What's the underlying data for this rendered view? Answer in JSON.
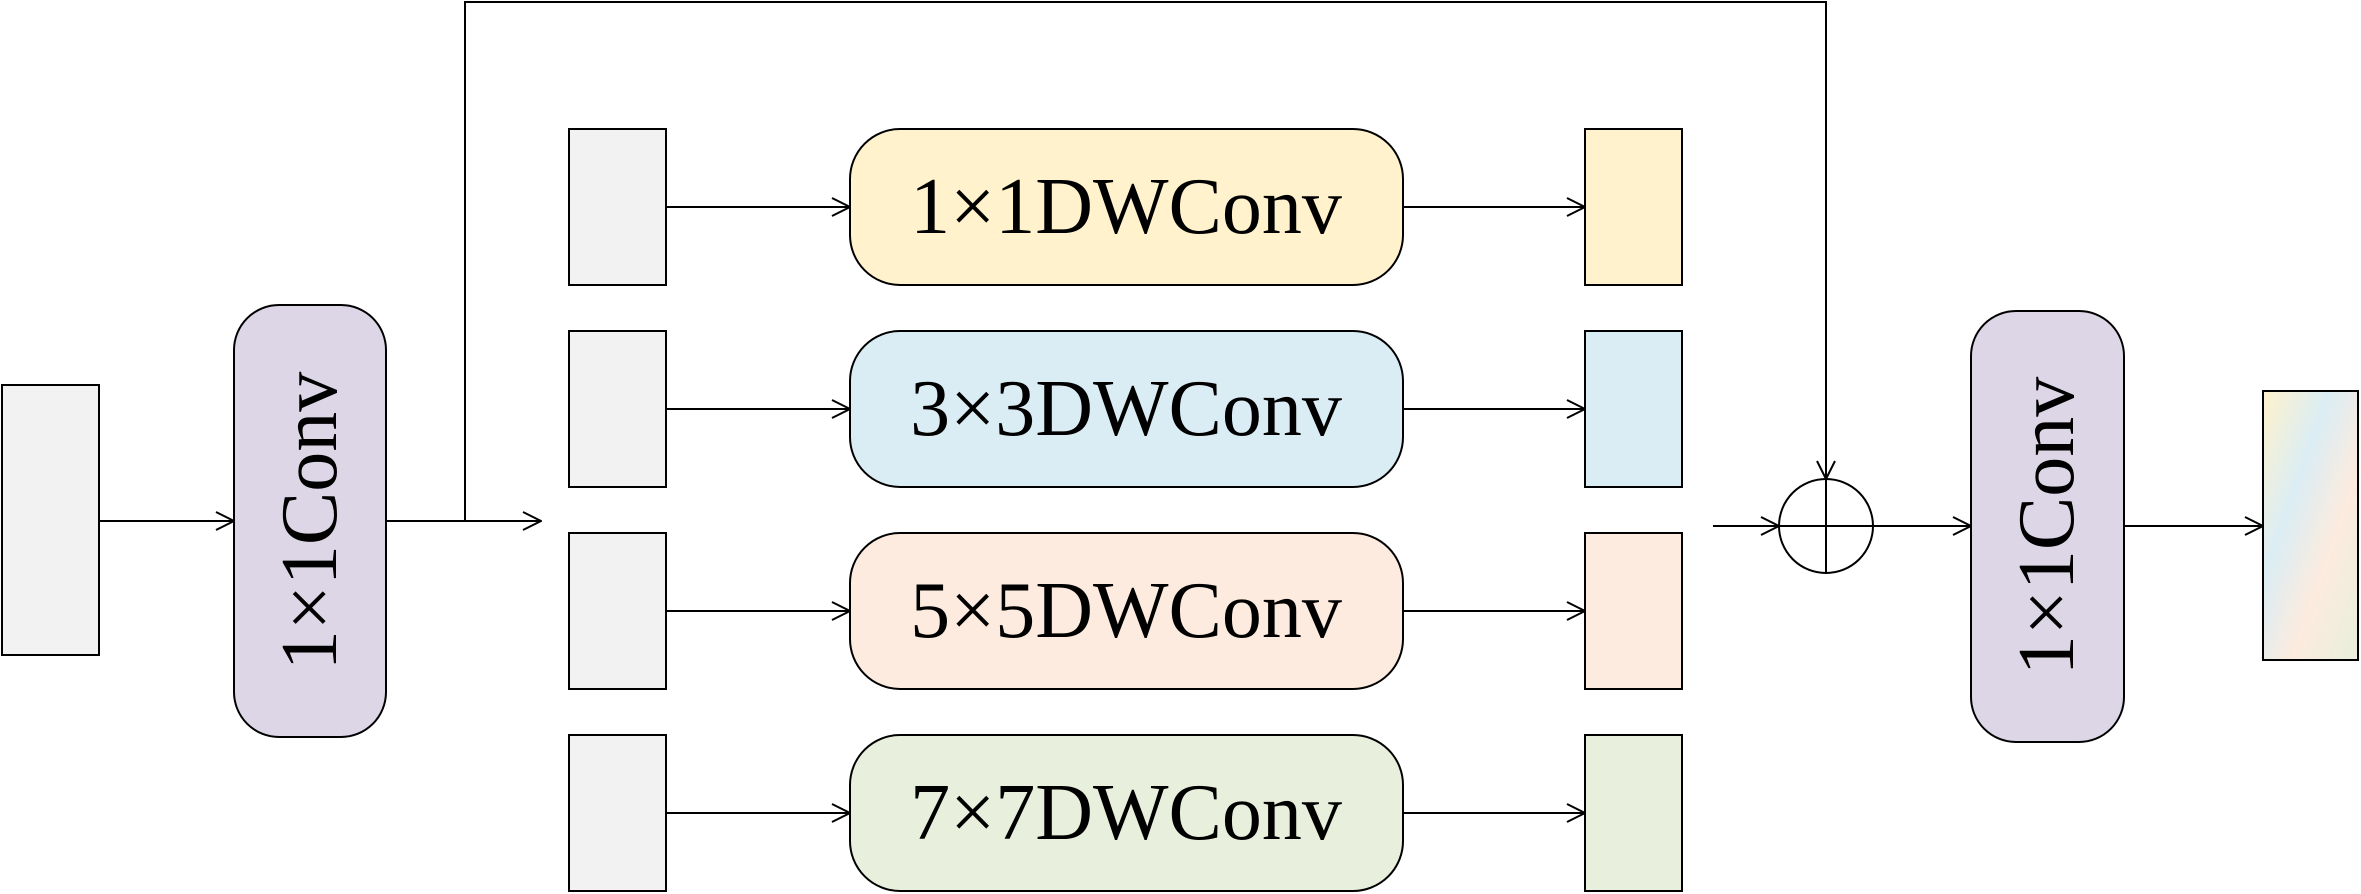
{
  "input_conv": {
    "label": "1×1Conv",
    "color": "#dcd6e6"
  },
  "branches": [
    {
      "label": "1×1DWConv",
      "color": "#fff2cc",
      "out_color": "#fff2cc"
    },
    {
      "label": "3×3DWConv",
      "color": "#dbedf4",
      "out_color": "#dbedf4"
    },
    {
      "label": "5×5DWConv",
      "color": "#fcebde",
      "out_color": "#fcebde"
    },
    {
      "label": "7×7DWConv",
      "color": "#e8efdc",
      "out_color": "#e8efdc"
    }
  ],
  "output_conv": {
    "label": "1×1Conv",
    "color": "#dcd6e6"
  },
  "colors": {
    "feature_map": "#f2f2f2",
    "line": "#000000",
    "output_gradient": [
      "#fff2cc",
      "#dbedf4",
      "#fcebde",
      "#e8efdc"
    ]
  }
}
